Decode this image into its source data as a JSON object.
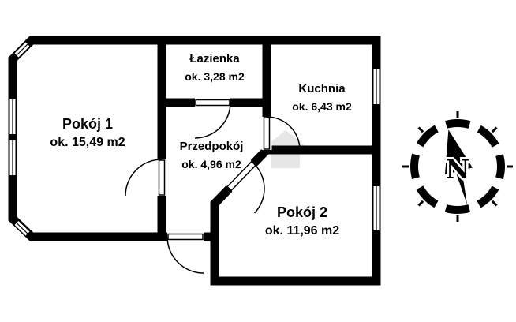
{
  "page": {
    "background": "#ffffff"
  },
  "floorplan": {
    "colors": {
      "wall": "#000000",
      "background": "#ffffff",
      "watermark": "#cfcfcf"
    },
    "rooms": [
      {
        "id": "pokoj-1",
        "name": "Pokój 1",
        "area": "ok. 15,49 m2"
      },
      {
        "id": "lazienka",
        "name": "Łazienka",
        "area": "ok. 3,28 m2"
      },
      {
        "id": "kuchnia",
        "name": "Kuchnia",
        "area": "ok. 6,43 m2"
      },
      {
        "id": "przedpokoj",
        "name": "Przedpokój",
        "area": "ok. 4,96 m2"
      },
      {
        "id": "pokoj-2",
        "name": "Pokój 2",
        "area": "ok. 11,96 m2"
      }
    ]
  },
  "compass": {
    "north_label": "N"
  }
}
